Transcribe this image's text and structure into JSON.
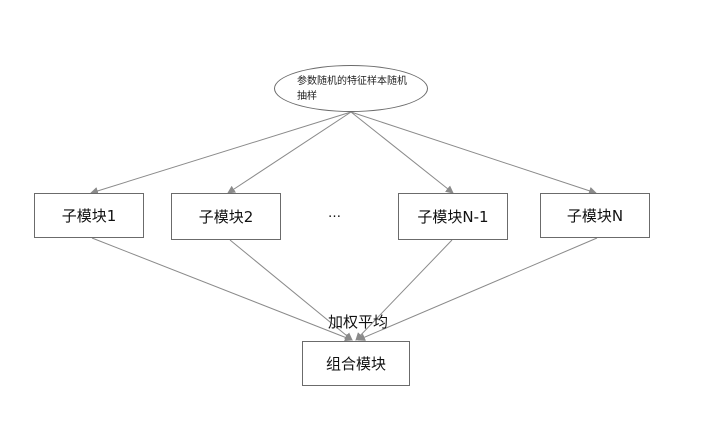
{
  "diagram": {
    "root": {
      "label": "参数随机的特征样本随机抽样"
    },
    "modules": [
      {
        "label": "子模块1"
      },
      {
        "label": "子模块2"
      },
      {
        "label": "子模块N-1"
      },
      {
        "label": "子模块N"
      }
    ],
    "ellipsis": "…",
    "weight_label": "加权平均",
    "combine": {
      "label": "组合模块"
    }
  }
}
